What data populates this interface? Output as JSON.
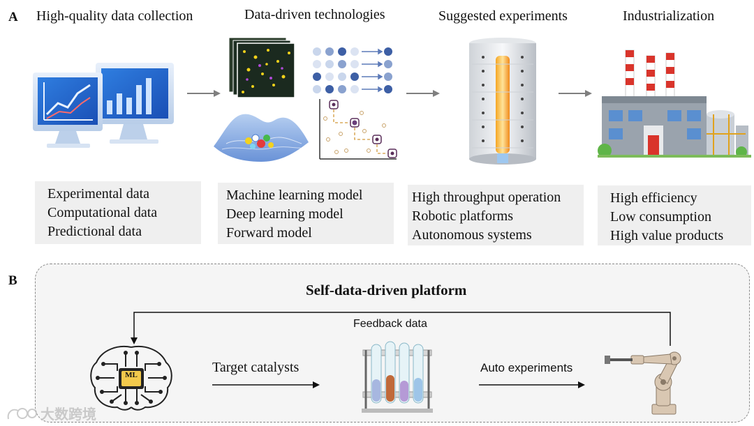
{
  "panel_a": {
    "letter": "A",
    "columns": [
      {
        "title": "High-quality data collection",
        "items": [
          "Experimental data",
          "Computational data",
          "Predictional data"
        ]
      },
      {
        "title": "Data-driven technologies",
        "items": [
          "Machine learning model",
          "Deep learning model",
          "Forward model"
        ]
      },
      {
        "title": "Suggested experiments",
        "items": [
          "High throughput operation",
          "Robotic platforms",
          "Autonomous systems"
        ]
      },
      {
        "title": "Industrialization",
        "items": [
          "High efficiency",
          "Low consumption",
          "High value products"
        ]
      }
    ]
  },
  "panel_b": {
    "letter": "B",
    "title": "Self-data-driven platform",
    "feedback_label": "Feedback data",
    "target_label": "Target catalysts",
    "auto_label": "Auto experiments",
    "chip_label": "ML"
  },
  "watermark": {
    "text": "大数跨境"
  },
  "icons": [
    "monitor-chart-icon",
    "data-grid-icon",
    "energy-landscape-icon",
    "optimization-path-icon",
    "reactor-column-icon",
    "factory-icon",
    "brain-chip-icon",
    "test-tube-rack-icon",
    "robot-arm-icon"
  ],
  "colors": {
    "box_bg": "#efefef",
    "arrow_gray": "#7f7f7f",
    "dash_border": "#8a8a8a",
    "factory_stripe": "#d9342b",
    "reactor_glow": "#f5a623"
  }
}
